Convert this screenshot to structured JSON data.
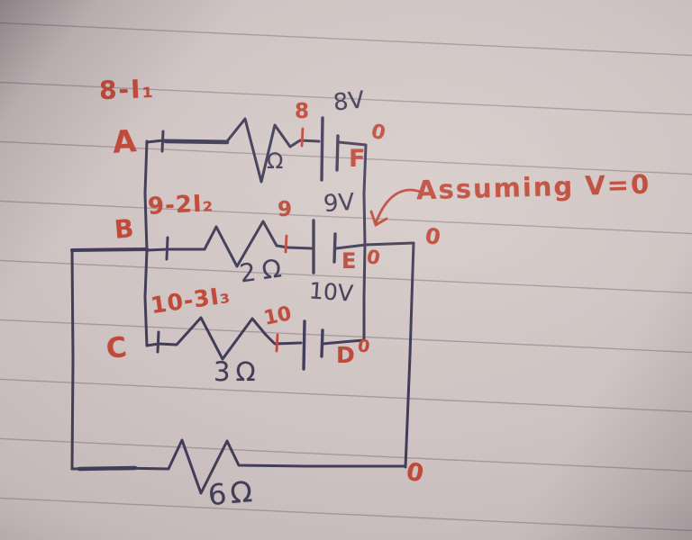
{
  "colors": {
    "ink": "#423d58",
    "red": "#bf4a3a",
    "paper": "#cfc4c3"
  },
  "equations": {
    "branch1": "8-I₁",
    "branch2": "9-2I₂",
    "branch3": "10-3I₃"
  },
  "nodes": {
    "a": "A",
    "b": "B",
    "c": "C",
    "d": "D",
    "e": "E",
    "f": "F"
  },
  "resistors": {
    "r1": "Ω",
    "r2": "2Ω",
    "r3": "3Ω",
    "r4": "6Ω"
  },
  "batteries": {
    "v1": "8V",
    "v2": "9V",
    "v3": "10V"
  },
  "currents": {
    "i1": "8",
    "i2": "9",
    "i3": "10"
  },
  "annotation": {
    "text": "Assuming V=0"
  },
  "zeros": {
    "at_f": "0",
    "at_corner": "0",
    "at_e": "0",
    "at_d": "0",
    "at_bottom": "0"
  }
}
